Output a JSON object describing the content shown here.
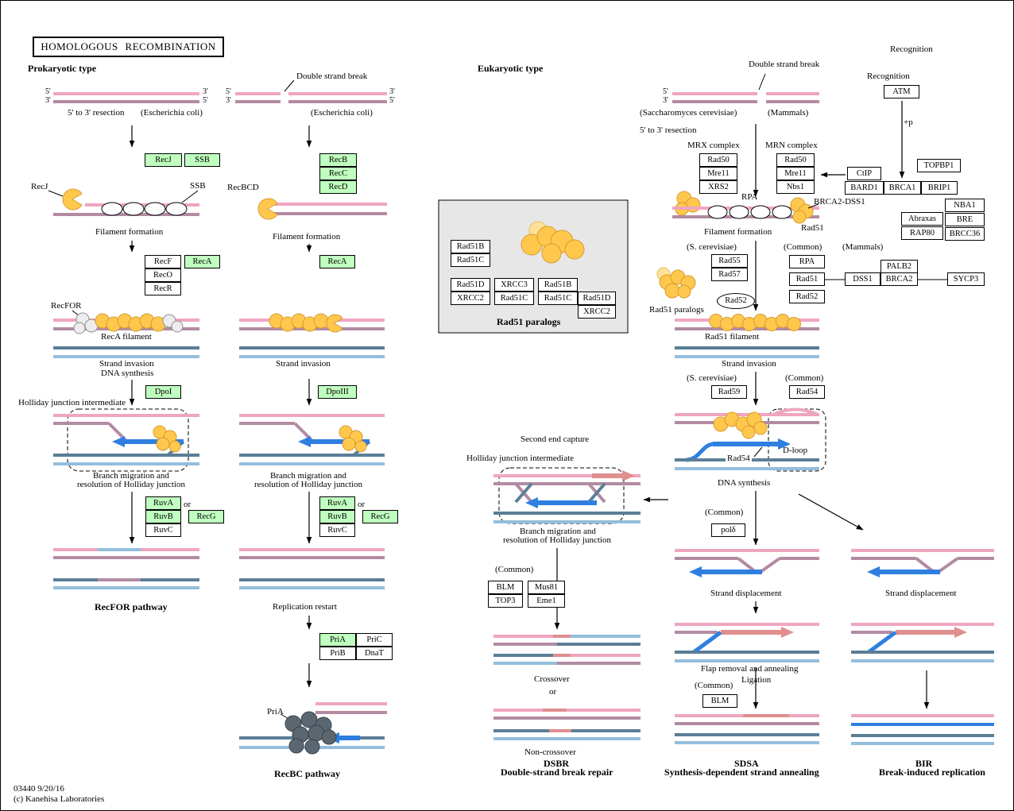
{
  "title": "HOMOLOGOUS RECOMBINATION",
  "footer": {
    "map_info": "03440 9/20/16",
    "copyright": "(c) Kanehisa Laboratories"
  },
  "sections": {
    "prokaryotic": "Prokaryotic type",
    "eukaryotic": "Eukaryotic type"
  },
  "ends": {
    "p5": "5'",
    "p3": "3'"
  },
  "labels": {
    "resection": "5' to 3' resection",
    "ecoli": "(Escherichia coli)",
    "dsb": "Double strand break",
    "filament_formation": "Filament formation",
    "strand_invasion": "Strand invasion",
    "dna_synthesis": "DNA synthesis",
    "hj_intermediate": "Holliday junction intermediate",
    "branch_migration_1": "Branch migration and",
    "branch_migration_2": "resolution of Holliday junction",
    "or": "or",
    "replication_restart": "Replication restart",
    "recognition": "Recognition",
    "plus_p": "+p",
    "mrx_complex": "MRX complex",
    "mrn_complex": "MRN complex",
    "s_cerevisiae_full": "(Saccharomyces cerevisiae)",
    "s_cerevisiae": "(S. cerevisiae)",
    "mammals": "(Mammals)",
    "common": "(Common)",
    "second_end_capture": "Second end capture",
    "d_loop": "D-loop",
    "crossover": "Crossover",
    "non_crossover": "Non-crossover",
    "strand_displacement": "Strand displacement",
    "flap_removal": "Flap removal and annealing",
    "ligation": "Ligation",
    "recbcd": "RecBCD",
    "recfor": "RecFOR",
    "reca_filament": "RecA filament",
    "rad51_filament": "Rad51 filament",
    "rad51_paralogs": "Rad51 paralogs",
    "brca2_dss1": "BRCA2-DSS1"
  },
  "pathways": {
    "recfor": "RecFOR pathway",
    "recbc": "RecBC pathway",
    "dsbr_abbr": "DSBR",
    "dsbr_full": "Double-strand break repair",
    "sdsa_abbr": "SDSA",
    "sdsa_full": "Synthesis-dependent strand annealing",
    "bir_abbr": "BIR",
    "bir_full": "Break-induced replication"
  },
  "genes": {
    "recj": "RecJ",
    "ssb": "SSB",
    "recf": "RecF",
    "reco": "RecO",
    "recr": "RecR",
    "reca": "RecA",
    "dpoi": "DpoI",
    "ruva": "RuvA",
    "ruvb": "RuvB",
    "ruvc": "RuvC",
    "recg": "RecG",
    "recb": "RecB",
    "recc": "RecC",
    "recd": "RecD",
    "dpoiii": "DpoIII",
    "pria": "PriA",
    "prib": "PriB",
    "pric": "PriC",
    "dnat": "DnaT",
    "rad50": "Rad50",
    "mre11": "Mre11",
    "xrs2": "XRS2",
    "nbs1": "Nbs1",
    "ctip": "CtIP",
    "bard1": "BARD1",
    "brca1": "BRCA1",
    "brip1": "BRIP1",
    "topbp1": "TOPBP1",
    "atm": "ATM",
    "rad55": "Rad55",
    "rad57": "Rad57",
    "rpa": "RPA",
    "rad51": "Rad51",
    "rad52": "Rad52",
    "abraxas": "Abraxas",
    "rap80": "RAP80",
    "nba1": "NBA1",
    "bre": "BRE",
    "brcc36": "BRCC36",
    "palb2": "PALB2",
    "dss1": "DSS1",
    "brca2": "BRCA2",
    "sycp3": "SYCP3",
    "rad59": "Rad59",
    "rad54": "Rad54",
    "blm": "BLM",
    "top3": "TOP3",
    "mus81": "Mus81",
    "eme1": "Eme1",
    "pol_delta": "polδ",
    "rad51b": "Rad51B",
    "rad51c": "Rad51C",
    "rad51d": "Rad51D",
    "xrcc2": "XRCC2",
    "xrcc3": "XRCC3"
  },
  "colors": {
    "gene_present_green": "#BFFFBF",
    "panel_gray": "#E7E7E7",
    "dna_pink_light": "#EFA5C0",
    "dna_pink_dark": "#B28BA3",
    "dna_blue_dark": "#5B7E97",
    "dna_blue_light": "#93BEDC",
    "new_strand_blue": "#2E7FE0",
    "new_strand_red": "#E08E8E",
    "protein_yellow": "#FFC84D",
    "protein_gray": "#5B6770"
  }
}
